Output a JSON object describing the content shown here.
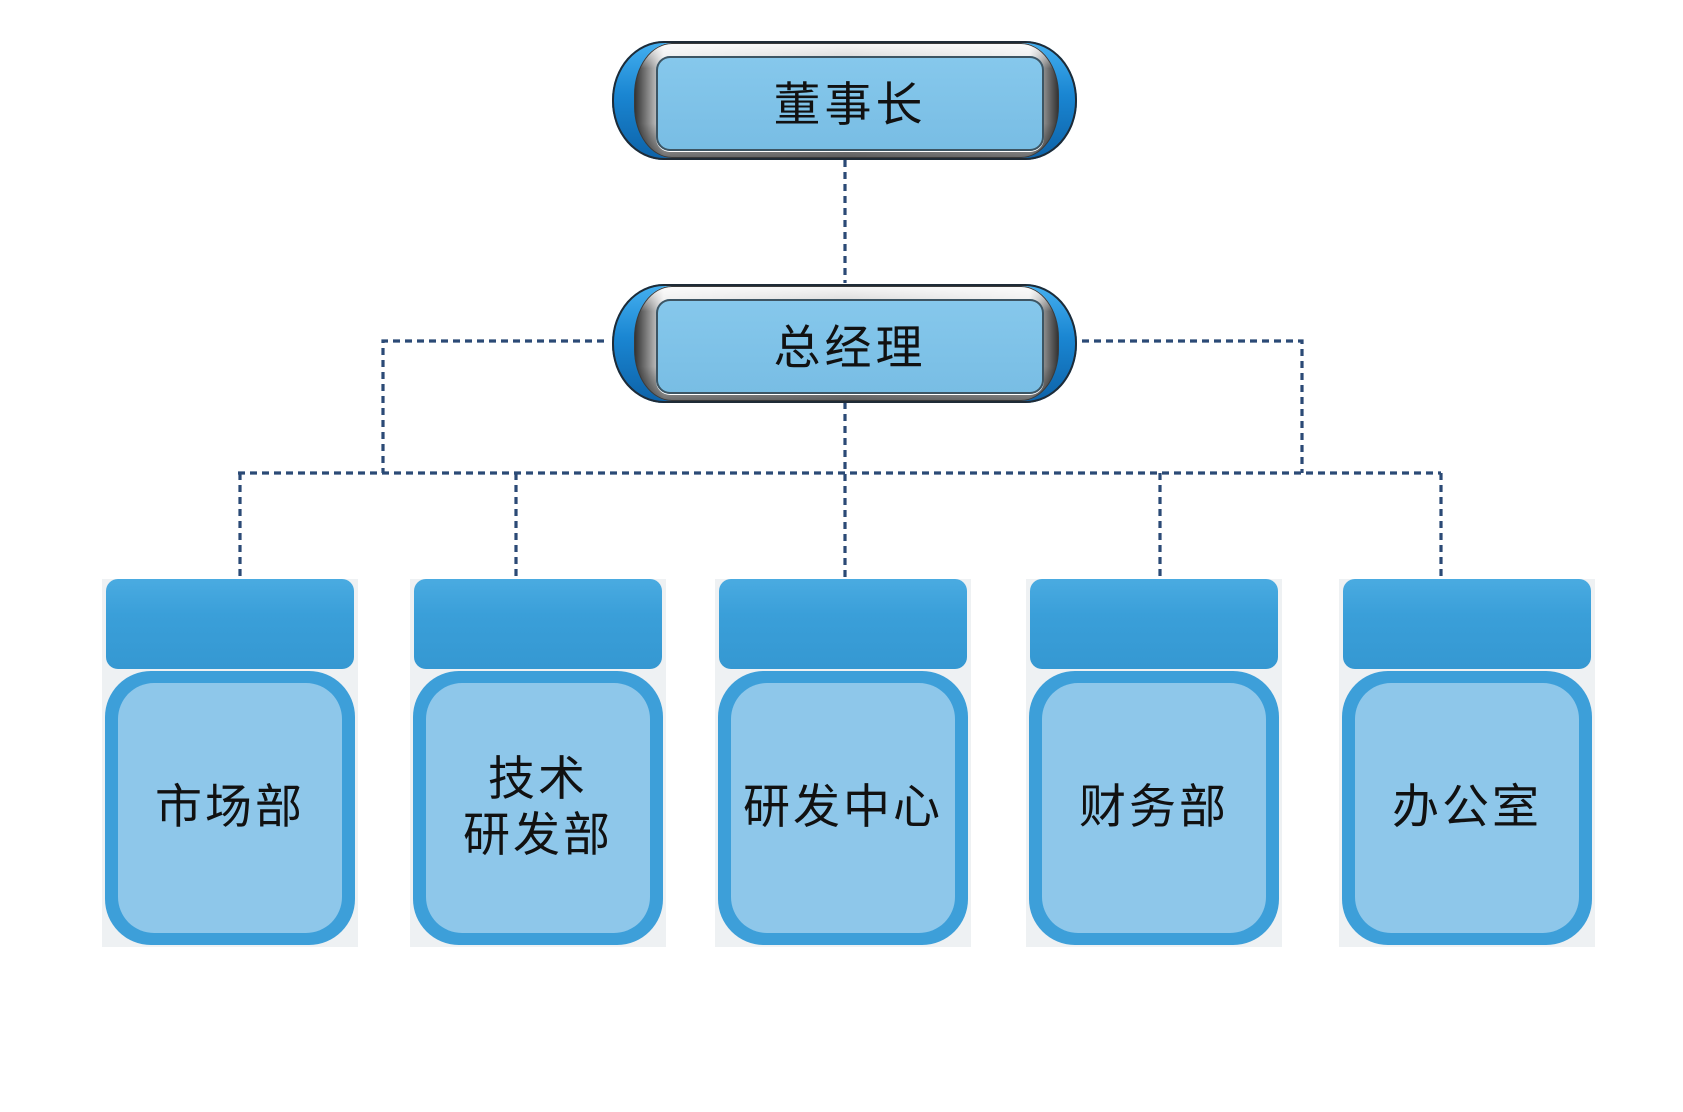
{
  "org": {
    "chairman": "董事长",
    "general_manager": "总经理",
    "departments": [
      {
        "lines": [
          "市场部"
        ]
      },
      {
        "lines": [
          "技术",
          "研发部"
        ]
      },
      {
        "lines": [
          "研发中心"
        ]
      },
      {
        "lines": [
          "财务部"
        ]
      },
      {
        "lines": [
          "办公室"
        ]
      }
    ]
  },
  "colors": {
    "exec_inner": "#7cc1e7",
    "exec_end_blue": "#1a86d2",
    "dept_header": "#3a9fd9",
    "dept_panel": "#8ec7ea",
    "connector": "#2b4a76",
    "text": "#111111"
  }
}
